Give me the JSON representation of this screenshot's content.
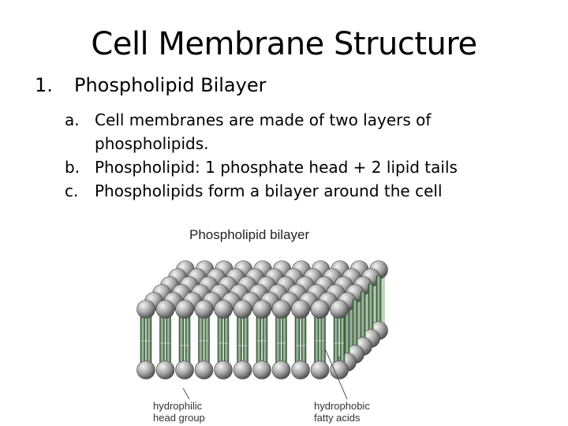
{
  "slide": {
    "title": "Cell Membrane Structure",
    "section": {
      "number": "1.",
      "heading": "Phospholipid Bilayer",
      "items": [
        {
          "letter": "a.",
          "text": "Cell membranes are made of two layers of phospholipids."
        },
        {
          "letter": "b.",
          "text": "Phospholipid: 1 phosphate head + 2 lipid tails"
        },
        {
          "letter": "c.",
          "text": "Phospholipids form a bilayer around the cell"
        }
      ]
    }
  },
  "figure": {
    "caption": "Phospholipid bilayer",
    "labels": {
      "head_line1": "hydrophilic",
      "head_line2": "head group",
      "tail_line1": "hydrophobic",
      "tail_line2": "fatty acids"
    },
    "colors": {
      "head": "#9a9a9a",
      "tail": "#6e9a6e",
      "tail_dark": "#2f4f2f"
    }
  }
}
